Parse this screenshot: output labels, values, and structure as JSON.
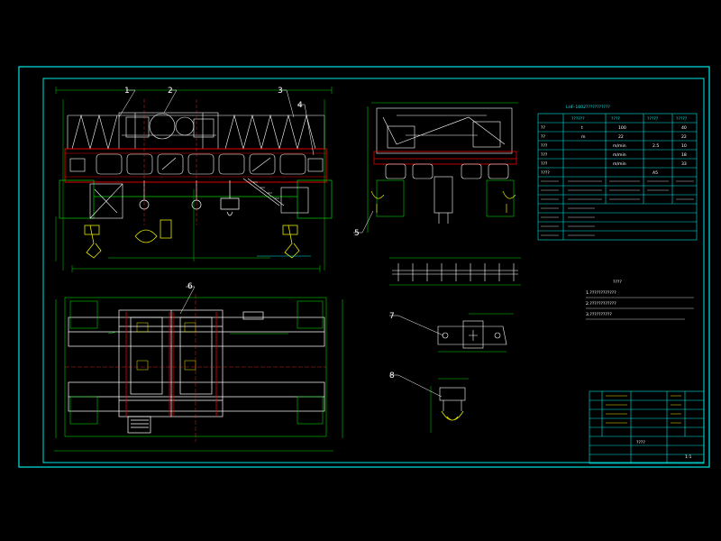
{
  "colors": {
    "background": "#000000",
    "frame": "#00e5e5",
    "outline": "#ffffff",
    "structure_red": "#e60000",
    "dimension_green": "#00d000",
    "detail_yellow": "#e6e600",
    "center_line": "#ff3030",
    "annotation_magenta": "#ff40ff"
  },
  "callouts": [
    "1",
    "2",
    "3",
    "4",
    "5",
    "6",
    "7",
    "8"
  ],
  "parameter_table": {
    "title": "LHF-1602???????????",
    "top_row": [
      "??????",
      "????",
      "?????",
      "?????"
    ],
    "rows": [
      [
        "??",
        "t",
        "100",
        "40"
      ],
      [
        "??",
        "m",
        "22",
        "22"
      ],
      [
        "???",
        "m/min",
        "2.5",
        "10"
      ],
      [
        "???",
        "m/min",
        "",
        "18"
      ],
      [
        "???",
        "m/min",
        "",
        "33"
      ],
      [
        "????",
        "",
        "A5",
        ""
      ]
    ]
  },
  "notes": {
    "title": "????",
    "lines": [
      "1.????????????",
      "2.????????????",
      "3.??????????"
    ]
  },
  "title_block": {
    "drawing_title": "????",
    "scale": "1:1"
  }
}
